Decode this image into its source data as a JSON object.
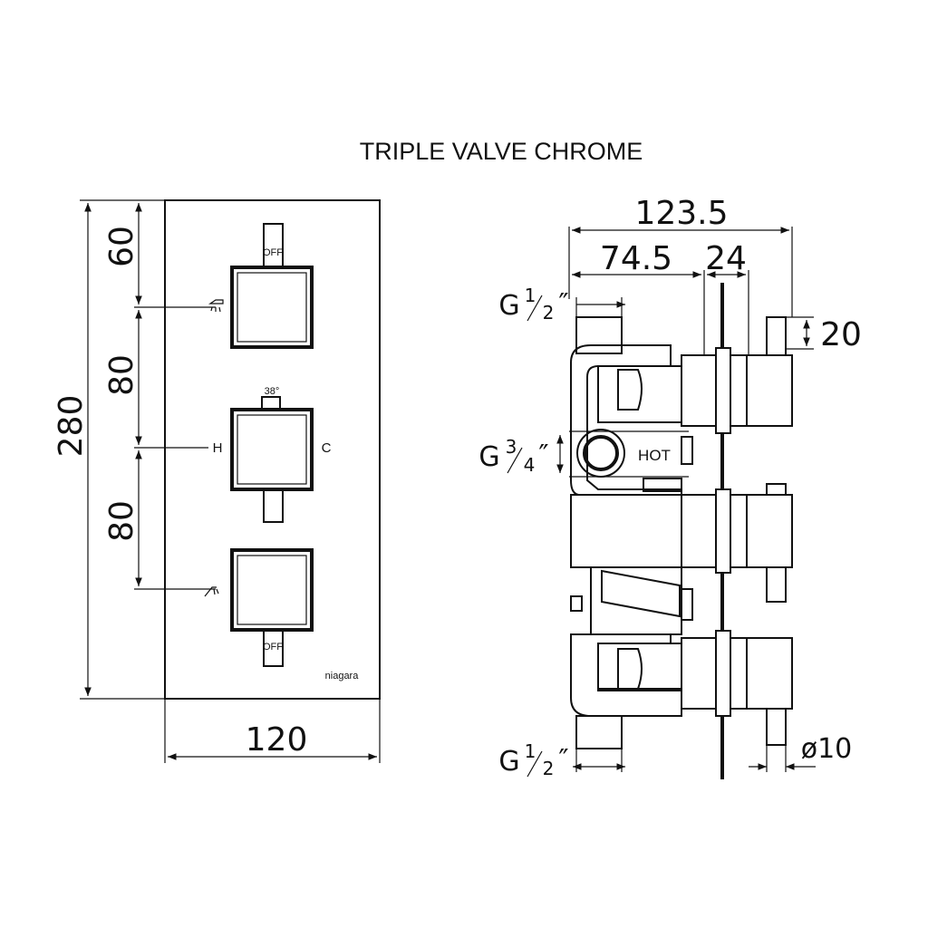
{
  "title": "TRIPLE VALVE CHROME",
  "front_view": {
    "dim_height_total": "280",
    "dim_top_section": "60",
    "dim_middle_section": "80",
    "dim_lower_section": "80",
    "dim_width": "120",
    "label_off_top": "OFF",
    "label_off_bottom": "OFF",
    "label_temp": "38°",
    "label_hot": "H",
    "label_cold": "C",
    "brand": "niagara",
    "icons": [
      "shower-head-icon",
      "hand-shower-icon"
    ]
  },
  "side_view": {
    "dim_depth_total": "123.5",
    "dim_depth_body": "74.5",
    "dim_depth_handle": "24",
    "dim_handle_width": "20",
    "dim_spindle": "ø10",
    "outlet_top": {
      "base": "G",
      "num": "1",
      "den": "2",
      "mark": "″"
    },
    "inlet_hot": {
      "base": "G",
      "num": "3",
      "den": "4",
      "mark": "″"
    },
    "outlet_bottom": {
      "base": "G",
      "num": "1",
      "den": "2",
      "mark": "″"
    },
    "label_hot": "HOT"
  }
}
